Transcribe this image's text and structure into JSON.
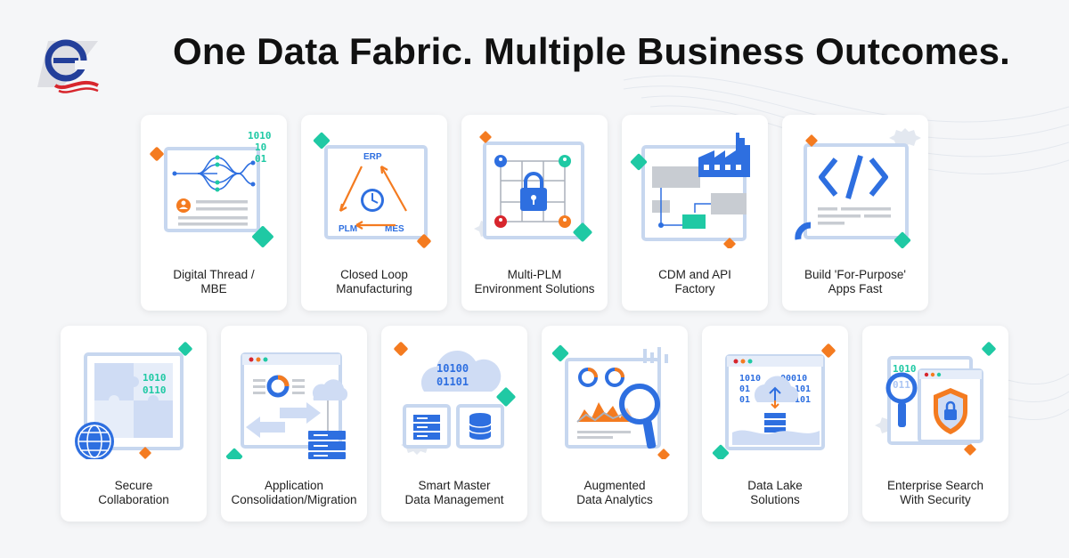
{
  "header": {
    "title": "One Data Fabric. Multiple Business Outcomes.",
    "logo_icon": "company-e-logo"
  },
  "colors": {
    "blue": "#2e6fe0",
    "teal": "#1fc9a4",
    "orange": "#f47b20",
    "red": "#d7262d",
    "frame": "#c7d7ef",
    "gray": "#c8ccd2"
  },
  "row1": [
    {
      "line1": "Digital Thread /",
      "line2": "MBE",
      "icon": "digital-thread-icon",
      "binary": [
        "1010",
        "10",
        "01"
      ]
    },
    {
      "line1": "Closed Loop",
      "line2": "Manufacturing",
      "icon": "closed-loop-icon",
      "cycle": [
        "ERP",
        "PLM",
        "MES"
      ]
    },
    {
      "line1": "Multi-PLM",
      "line2": "Environment Solutions",
      "icon": "multi-plm-lock-icon"
    },
    {
      "line1": "CDM and API",
      "line2": "Factory",
      "icon": "factory-icon"
    },
    {
      "line1": "Build 'For-Purpose'",
      "line2": "Apps Fast",
      "icon": "code-brackets-icon"
    }
  ],
  "row2": [
    {
      "line1": "Secure",
      "line2": "Collaboration",
      "icon": "puzzle-globe-icon",
      "binary": [
        "1010",
        "0110"
      ]
    },
    {
      "line1": "Application",
      "line2": "Consolidation/Migration",
      "icon": "migration-cloud-icon"
    },
    {
      "line1": "Smart Master",
      "line2": "Data Management",
      "icon": "master-data-cloud-icon",
      "binary": [
        "10100",
        "01101"
      ]
    },
    {
      "line1": "Augmented",
      "line2": "Data Analytics",
      "icon": "analytics-magnifier-icon"
    },
    {
      "line1": "Data Lake",
      "line2": "Solutions",
      "icon": "data-lake-icon",
      "binary": [
        "1010",
        "00010",
        "01",
        "101",
        "01",
        "101"
      ]
    },
    {
      "line1": "Enterprise Search",
      "line2": "With Security",
      "icon": "search-shield-icon",
      "binary": [
        "1010",
        "011"
      ]
    }
  ]
}
